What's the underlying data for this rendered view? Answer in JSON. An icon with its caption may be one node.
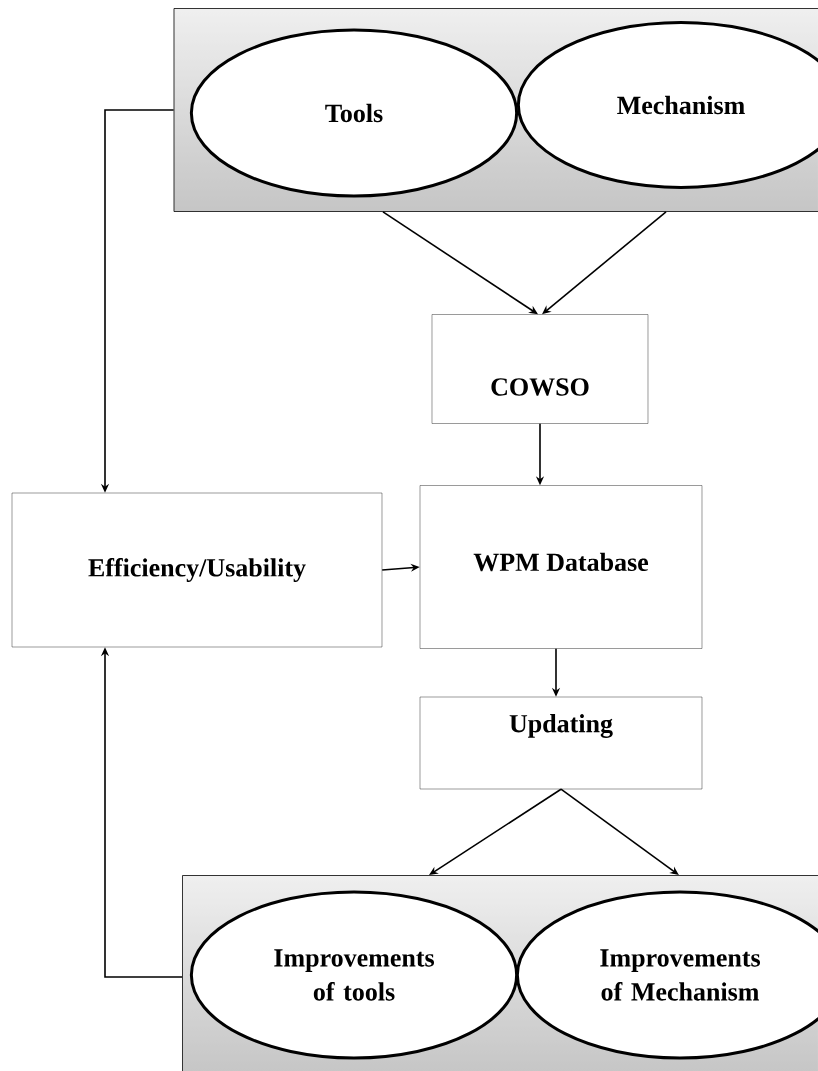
{
  "diagram": {
    "nodes": [
      {
        "text": [],
        "shape": "box"
      },
      {
        "text": [
          "Tools"
        ],
        "in": 0
      },
      {
        "text": [
          "Mechanism"
        ],
        "in": 0
      },
      {
        "text": [
          "COWSO"
        ]
      },
      {
        "text": [
          "Efficiency/Usability"
        ]
      },
      {
        "text": [
          "WPM Database"
        ]
      },
      {
        "text": [
          "Updating"
        ]
      },
      {
        "text": [],
        "shape": "box"
      },
      {
        "text": [
          "Improvements of tools"
        ],
        "in": 7
      },
      {
        "text": [
          "Improvements of Mechanism"
        ],
        "in": 7
      }
    ],
    "edges": [
      {
        "from": 0,
        "to": 3,
        "arrow": "to"
      },
      {
        "from": 0,
        "to": 3,
        "arrow": "to"
      },
      {
        "from": 0,
        "to": 4,
        "arrow": "to"
      },
      {
        "from": 3,
        "to": 5,
        "arrow": "to"
      },
      {
        "from": 4,
        "to": 5,
        "arrow": "to"
      },
      {
        "from": 5,
        "to": 6,
        "arrow": "to"
      },
      {
        "from": 6,
        "to": 7,
        "arrow": "to"
      },
      {
        "from": 6,
        "to": 7,
        "arrow": "to"
      },
      {
        "from": 7,
        "to": 4,
        "arrow": "to"
      }
    ]
  }
}
